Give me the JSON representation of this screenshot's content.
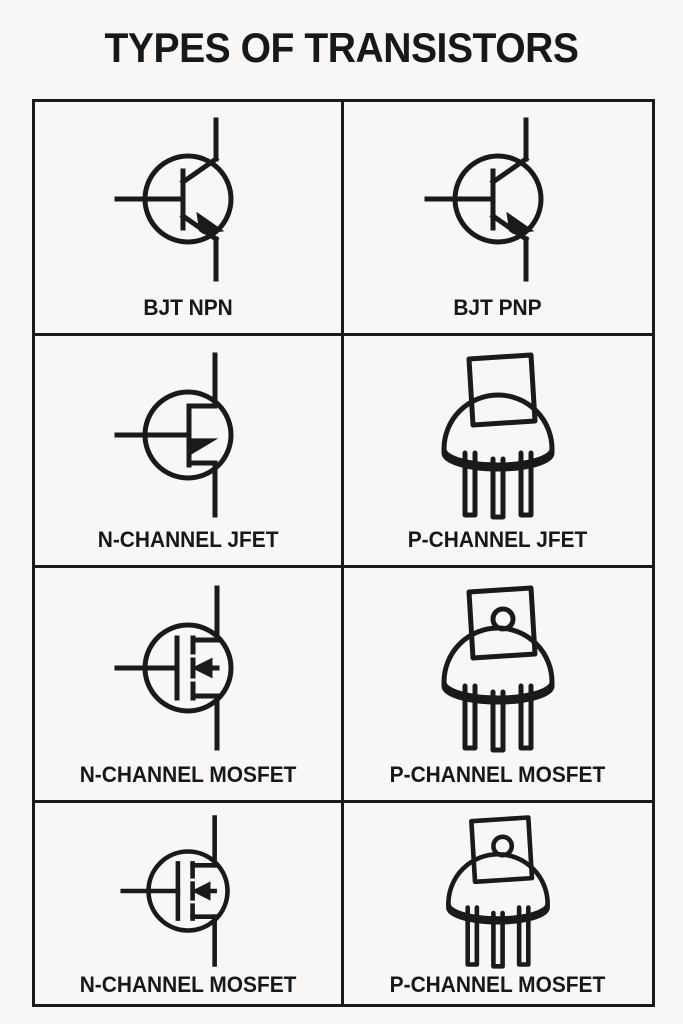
{
  "page": {
    "title": "TYPES OF TRANSISTORS",
    "background_color": "#f8f7f5",
    "ink_color": "#1a1a1a"
  },
  "table": {
    "columns": 2,
    "rows": 4,
    "cells": [
      {
        "label": "BJT NPN",
        "symbol": "bjt-npn-schematic",
        "style": "schematic",
        "description": "Circle enclosure, vertical base bar, base lead entering from left, collector lead to upper right, emitter lead to lower right with outward arrow"
      },
      {
        "label": "BJT PNP",
        "symbol": "bjt-pnp-schematic",
        "style": "schematic",
        "description": "Circle enclosure, vertical base bar, base lead entering from left, collector lead to upper right, emitter lead to lower right with arrow"
      },
      {
        "label": "N-CHANNEL JFET",
        "symbol": "n-channel-jfet-schematic",
        "style": "schematic",
        "description": "Circle enclosure, vertical channel bar, gate lead from left with arrow pointing right into channel, drain and source stubs to right rail"
      },
      {
        "label": "P-CHANNEL JFET",
        "symbol": "p-channel-jfet-package",
        "style": "package",
        "description": "TO-18 style metal can package drawing: rectangular mounting tab, domed body, three pin legs",
        "has_tab_hole": false
      },
      {
        "label": "N-CHANNEL MOSFET",
        "symbol": "n-channel-mosfet-schematic",
        "style": "schematic",
        "description": "Circle enclosure, vertical gate bar, three channel segments, body arrow pointing left, drain and source stubs to right rail"
      },
      {
        "label": "P-CHANNEL MOSFET",
        "symbol": "p-channel-mosfet-package",
        "style": "package",
        "description": "TO-18 style metal can package drawing with hole in the mounting tab, domed body, three pin legs",
        "has_tab_hole": true
      },
      {
        "label": "N-CHANNEL MOSFET",
        "symbol": "n-channel-mosfet-schematic",
        "style": "schematic",
        "description": "Circle enclosure, vertical gate bar, three channel segments, body arrow pointing left, drain and source stubs to right rail"
      },
      {
        "label": "P-CHANNEL MOSFET",
        "symbol": "p-channel-mosfet-package",
        "style": "package",
        "description": "TO-18 style metal can package drawing with hole in the mounting tab, domed body, three pin legs",
        "has_tab_hole": true
      }
    ]
  }
}
